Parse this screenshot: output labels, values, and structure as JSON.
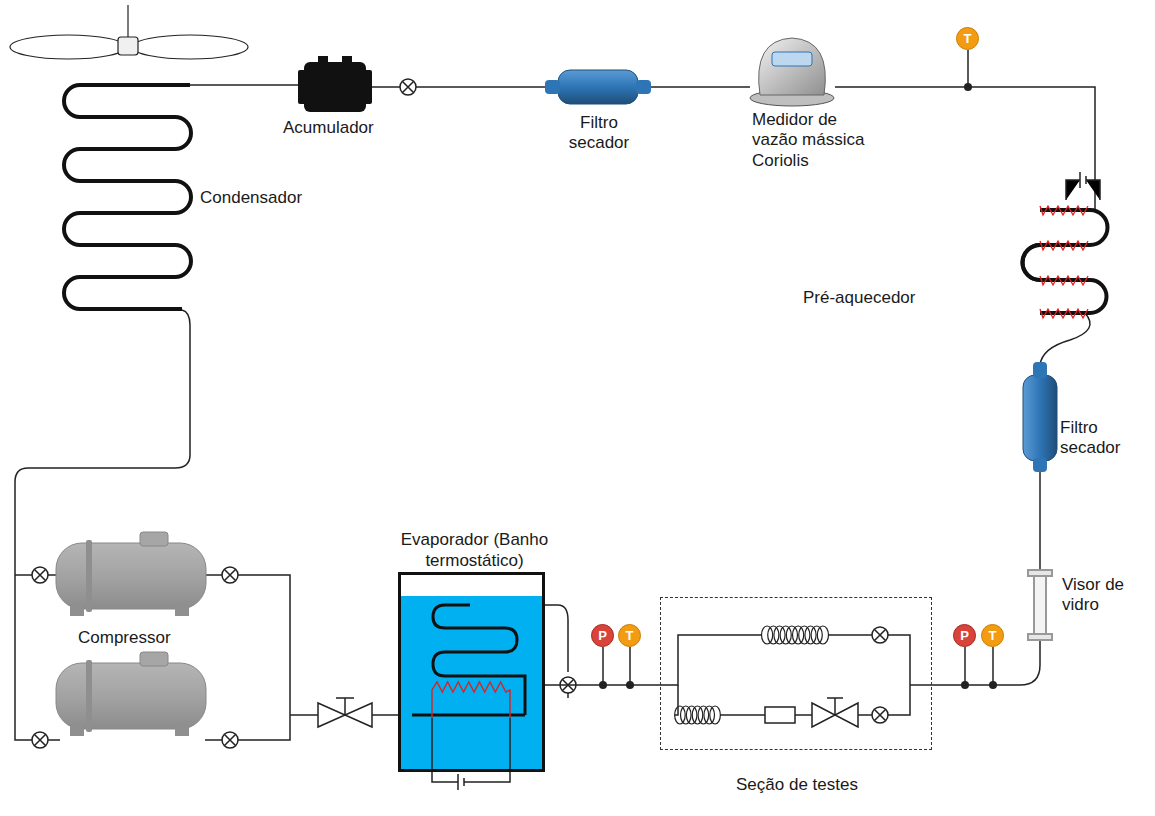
{
  "diagram": {
    "nodes": [
      {
        "text": [
          "T"
        ]
      },
      {
        "text": [
          "Evaporador (Banho termostático)"
        ]
      },
      {
        "text": [
          "P"
        ]
      },
      {
        "text": [
          "T"
        ]
      },
      {
        "text": [
          "Seção de testes"
        ]
      },
      {
        "text": [
          "P"
        ]
      },
      {
        "text": [
          "T"
        ]
      }
    ],
    "edges": [
      {
        "from": 1,
        "to": 4,
        "arrow": "none"
      }
    ],
    "labels": [
      "Acumulador",
      "Filtro secador",
      "Medidor de vazão mássica Coriolis",
      "Condensador",
      "Pré-aquecedor",
      "Filtro secador",
      "Visor de vidro",
      "Compressor"
    ]
  }
}
